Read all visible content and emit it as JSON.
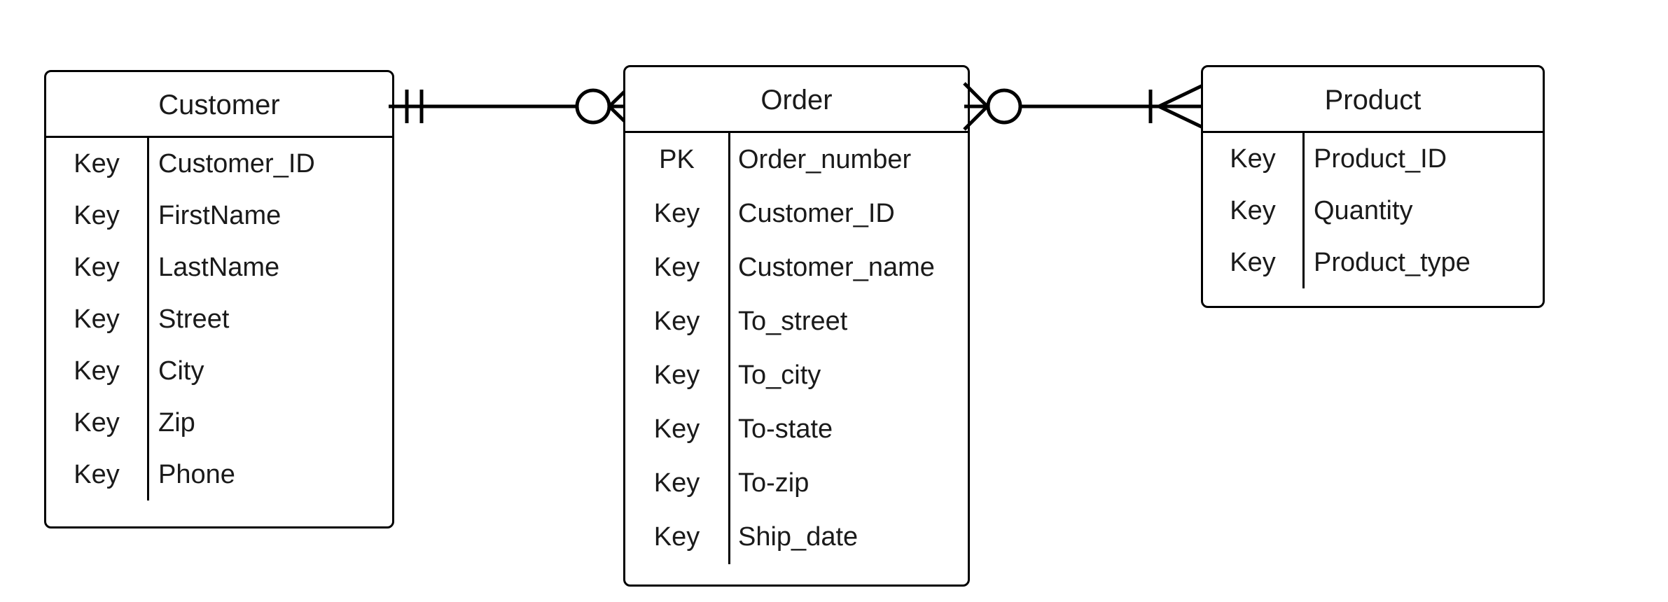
{
  "diagram": {
    "type": "entity-relationship-diagram",
    "notation": "crow's-foot",
    "background_color": "#ffffff",
    "stroke_color": "#000000",
    "text_color": "#1a1a1a"
  },
  "entities": [
    {
      "name": "Customer",
      "attributes": [
        {
          "key": "Key",
          "field": "Customer_ID"
        },
        {
          "key": "Key",
          "field": "FirstName"
        },
        {
          "key": "Key",
          "field": "LastName"
        },
        {
          "key": "Key",
          "field": "Street"
        },
        {
          "key": "Key",
          "field": "City"
        },
        {
          "key": "Key",
          "field": "Zip"
        },
        {
          "key": "Key",
          "field": "Phone"
        }
      ]
    },
    {
      "name": "Order",
      "attributes": [
        {
          "key": "PK",
          "field": "Order_number"
        },
        {
          "key": "Key",
          "field": "Customer_ID"
        },
        {
          "key": "Key",
          "field": "Customer_name"
        },
        {
          "key": "Key",
          "field": "To_street"
        },
        {
          "key": "Key",
          "field": "To_city"
        },
        {
          "key": "Key",
          "field": "To-state"
        },
        {
          "key": "Key",
          "field": "To-zip"
        },
        {
          "key": "Key",
          "field": "Ship_date"
        }
      ]
    },
    {
      "name": "Product",
      "attributes": [
        {
          "key": "Key",
          "field": "Product_ID"
        },
        {
          "key": "Key",
          "field": "Quantity"
        },
        {
          "key": "Key",
          "field": "Product_type"
        }
      ]
    }
  ],
  "relationships": [
    {
      "from": "Customer",
      "to": "Order",
      "from_cardinality": "one-and-only-one",
      "from_symbol": "double-tick",
      "to_cardinality": "zero-or-many",
      "to_symbol": "circle-crowsfoot"
    },
    {
      "from": "Order",
      "to": "Product",
      "from_cardinality": "zero-or-many",
      "from_symbol": "circle-crowsfoot",
      "to_cardinality": "one-or-many",
      "to_symbol": "tick-crowsfoot"
    }
  ]
}
